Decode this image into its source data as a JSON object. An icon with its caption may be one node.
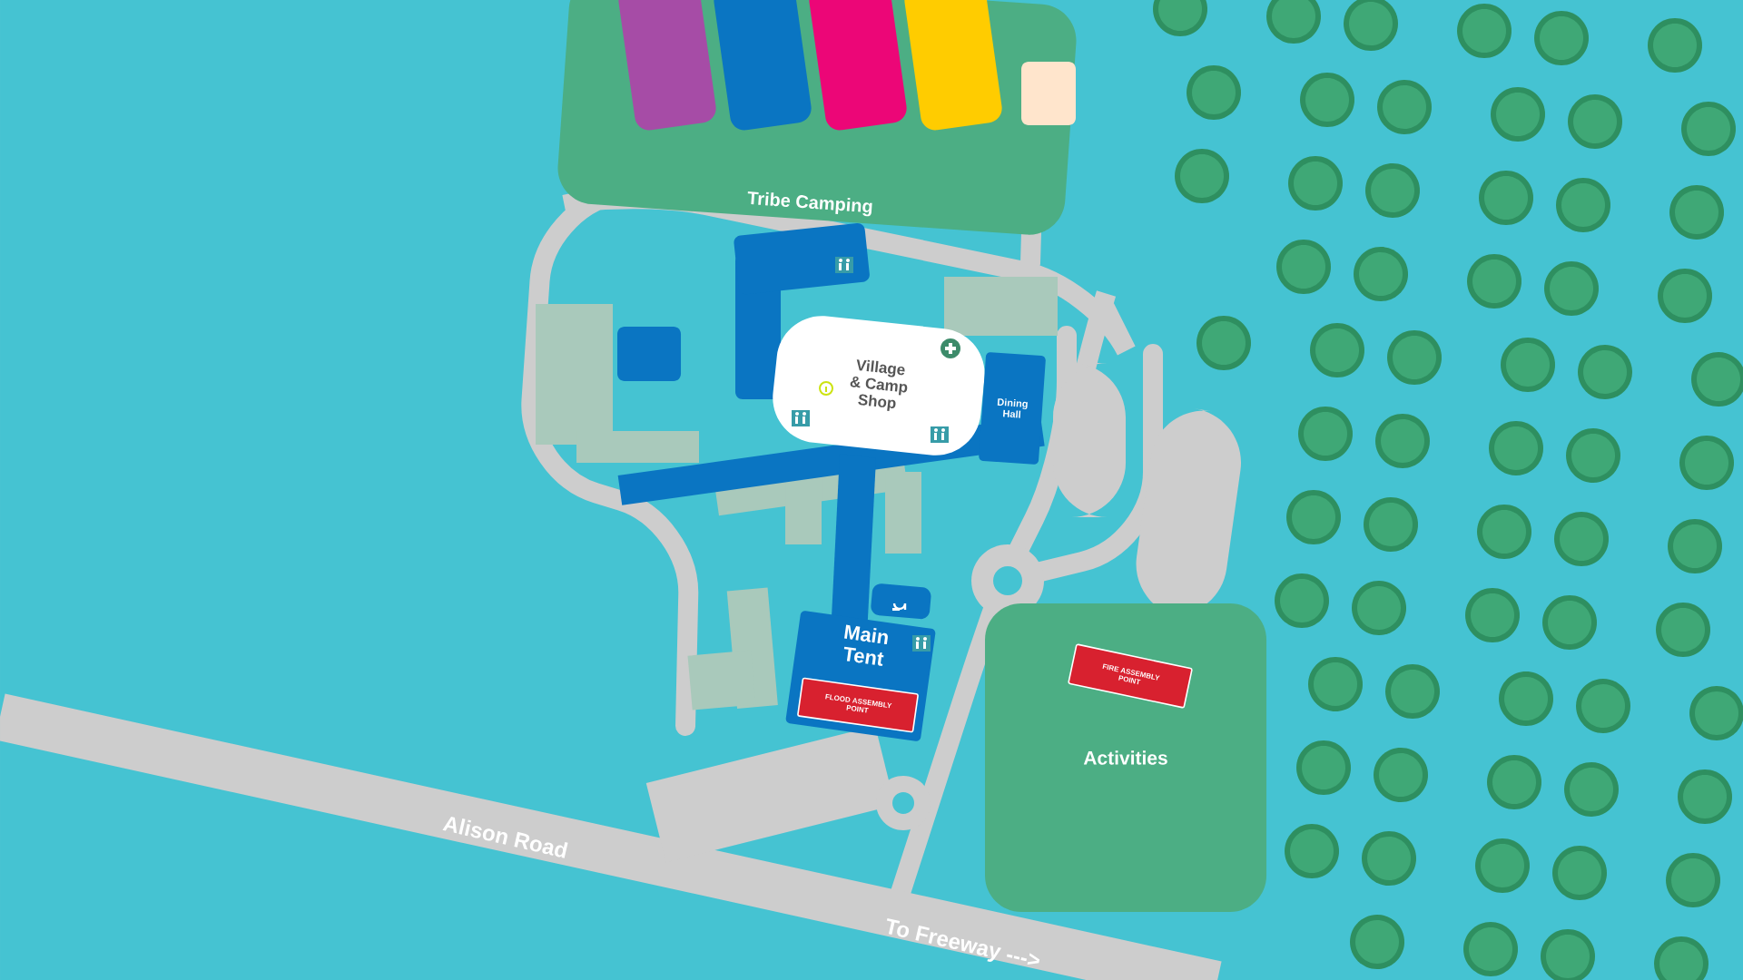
{
  "diagram": {
    "nodes": [
      {
        "text": [
          "Tribe Camping"
        ]
      },
      {
        "text": [
          "Village & Camp Shop"
        ]
      },
      {
        "text": [
          "Dining Hall"
        ]
      },
      {
        "text": [
          "Main Tent"
        ]
      },
      {
        "text": [
          "FLOOD ASSEMBLY POINT"
        ],
        "in": 3
      },
      {
        "text": [
          "Activities"
        ]
      },
      {
        "text": [
          "FIRE ASSEMBLY POINT"
        ],
        "in": 5
      }
    ],
    "labels": [
      "Alison Road",
      "To Freeway --->"
    ]
  }
}
